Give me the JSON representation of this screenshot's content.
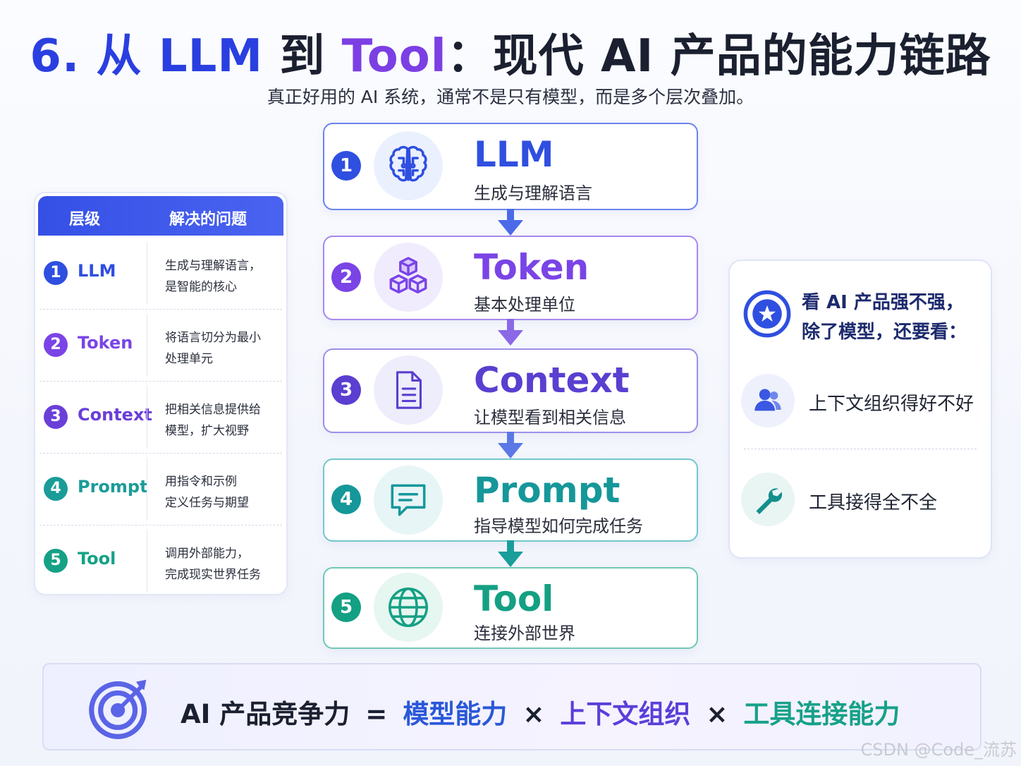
{
  "title": {
    "part_num": "6. ",
    "part_a": "从 LLM ",
    "part_to": "到 ",
    "part_b": "Tool",
    "part_rest": "：现代 AI 产品的能力链路"
  },
  "subtitle": "真正好用的 AI 系统，通常不是只有模型，而是多个层次叠加。",
  "table": {
    "headers": [
      "层级",
      "解决的问题"
    ],
    "rows": [
      {
        "num": "1",
        "name": "LLM",
        "desc_line1": "生成与理解语言，",
        "desc_line2": "是智能的核心",
        "color": "#2f4fe0"
      },
      {
        "num": "2",
        "name": "Token",
        "desc_line1": "将语言切分为最小",
        "desc_line2": "处理单元",
        "color": "#7a44e6"
      },
      {
        "num": "3",
        "name": "Context",
        "desc_line1": "把相关信息提供给",
        "desc_line2": "模型，扩大视野",
        "color": "#6a3fd8"
      },
      {
        "num": "4",
        "name": "Prompt",
        "desc_line1": "用指令和示例",
        "desc_line2": "定义任务与期望",
        "color": "#1a9c98"
      },
      {
        "num": "5",
        "name": "Tool",
        "desc_line1": "调用外部能力，",
        "desc_line2": "完成现实世界任务",
        "color": "#16a187"
      }
    ]
  },
  "flow": [
    {
      "num": "1",
      "name": "LLM",
      "desc": "生成与理解语言",
      "icon": "brain-icon",
      "color": "#2f4fe0",
      "border": "#6b84ee",
      "bg": "#eaf0fe"
    },
    {
      "num": "2",
      "name": "Token",
      "desc": "基本处理单位",
      "icon": "cubes-icon",
      "color": "#7a44e6",
      "border": "#a888ee",
      "bg": "#f1ecfd"
    },
    {
      "num": "3",
      "name": "Context",
      "desc": "让模型看到相关信息",
      "icon": "document-icon",
      "color": "#5a3fd0",
      "border": "#9e8fe8",
      "bg": "#eeedfb"
    },
    {
      "num": "4",
      "name": "Prompt",
      "desc": "指导模型如何完成任务",
      "icon": "chat-icon",
      "color": "#16979a",
      "border": "#72c6cc",
      "bg": "#e7f5f7"
    },
    {
      "num": "5",
      "name": "Tool",
      "desc": "连接外部世界",
      "icon": "globe-icon",
      "color": "#14a083",
      "border": "#70c8b6",
      "bg": "#e6f6f1"
    }
  ],
  "panel": {
    "question_line1": "看 AI 产品强不强，",
    "question_line2": "除了模型，还要看：",
    "items": [
      {
        "text": "上下文组织得好不好",
        "icon": "users-icon"
      },
      {
        "text": "工具接得全不全",
        "icon": "wrench-icon"
      }
    ]
  },
  "formula": {
    "lhs": "AI 产品竞争力",
    "eq": "=",
    "term1": "模型能力",
    "times": "×",
    "term2": "上下文组织",
    "term3": "工具连接能力"
  },
  "watermark": "CSDN @Code_流苏",
  "colors": {
    "blue": "#2f4fe0",
    "purple": "#7a44e6",
    "teal": "#16979a",
    "green": "#14a083"
  }
}
